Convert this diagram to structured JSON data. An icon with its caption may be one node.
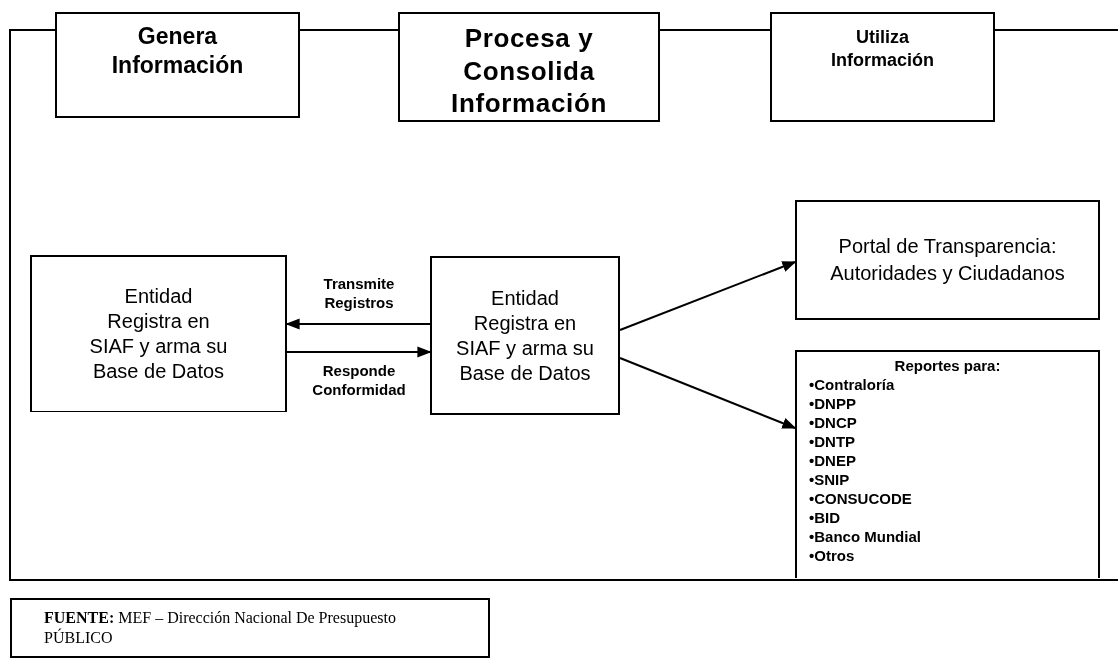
{
  "diagram": {
    "nodes": [
      {
        "text": [
          "Genera Información"
        ]
      },
      {
        "text": [
          "Procesa y Consolida Información"
        ]
      },
      {
        "text": [
          "Utiliza Información"
        ]
      },
      {
        "text": [
          "Entidad Registra en SIAF y arma su Base de Datos"
        ]
      },
      {
        "text": [
          "Entidad Registra en SIAF y arma su Base de Datos"
        ]
      },
      {
        "text": [
          "Portal de Transparencia: Autoridades y Ciudadanos"
        ]
      },
      {
        "text": [
          "Reportes para:",
          "•Contraloría",
          "•DNPP",
          "•DNCP",
          "•DNTP",
          "•DNEP",
          "•SNIP",
          "•CONSUCODE",
          "•BID",
          "•Banco Mundial",
          "•Otros"
        ]
      },
      {
        "text": [
          "**FUENTE:** MEF – Dirección Nacional De Presupuesto PÚBLICO"
        ]
      }
    ],
    "edges": [
      {
        "from": 4,
        "to": 3,
        "arrow": "to",
        "label": "Transmite Registros"
      },
      {
        "from": 3,
        "to": 4,
        "arrow": "to",
        "label": "Responde Conformidad"
      },
      {
        "from": 4,
        "to": 5,
        "arrow": "to"
      },
      {
        "from": 4,
        "to": 6,
        "arrow": "to"
      }
    ]
  }
}
